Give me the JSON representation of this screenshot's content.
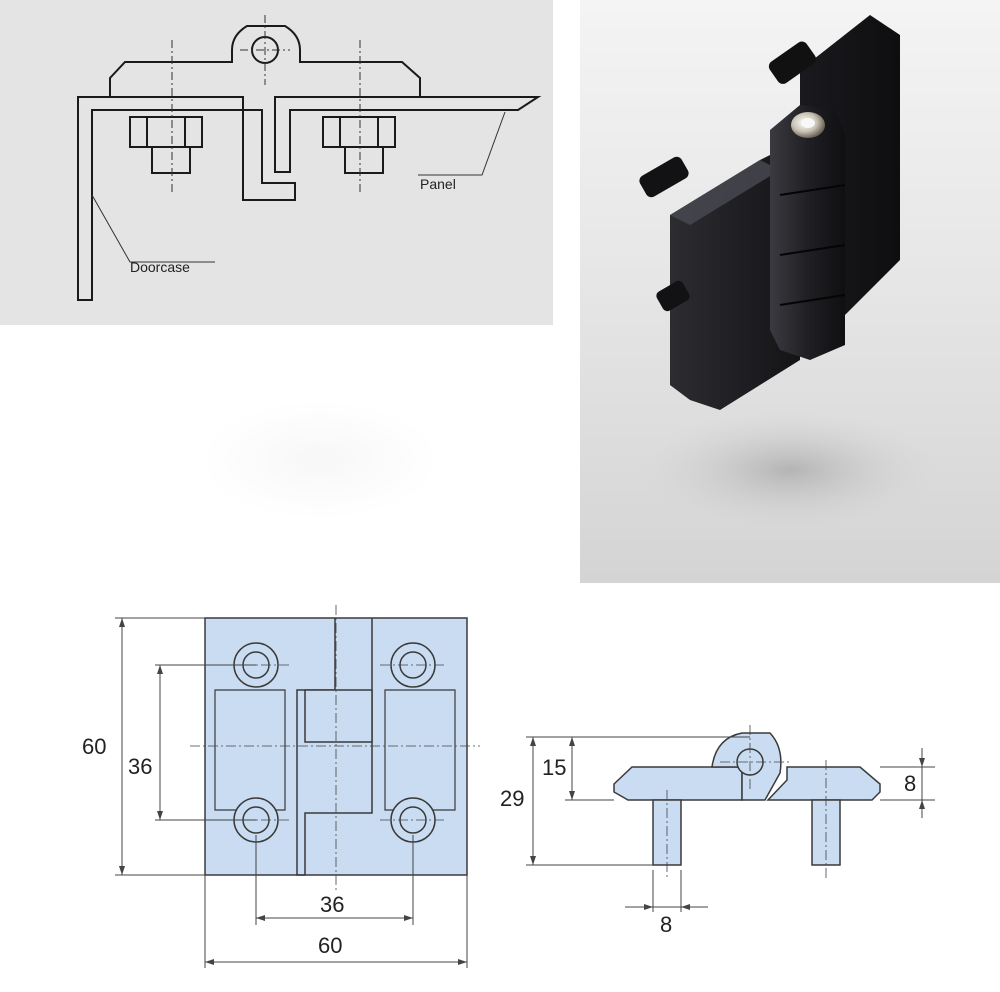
{
  "installation": {
    "panel_label": "Panel",
    "doorcase_label": "Doorcase"
  },
  "drawing": {
    "front_height": "60",
    "front_hole_spacing_v": "36",
    "front_hole_spacing_h": "36",
    "front_width": "60",
    "side_axis_height": "15",
    "side_total_height": "29",
    "side_plate_thickness": "8",
    "side_stud_diameter": "8"
  },
  "colors": {
    "drawing_fill": "#c9dcf1",
    "hinge_body": "#1e1e22",
    "install_bg": "#e4e4e4"
  }
}
